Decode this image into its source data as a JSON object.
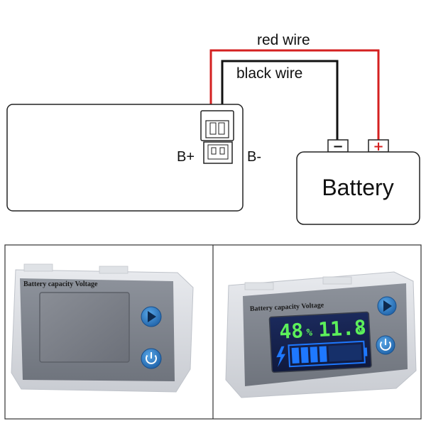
{
  "diagram": {
    "wires": {
      "red_label": "red wire",
      "black_label": "black wire",
      "red_color": "#d42020",
      "black_color": "#111111"
    },
    "module": {
      "terminal_positive": "B+",
      "terminal_negative": "B-"
    },
    "battery": {
      "label": "Battery",
      "negative_symbol": "−",
      "positive_symbol": "+",
      "positive_color": "#d42020"
    }
  },
  "photos": {
    "off_device": {
      "title": "Battery capacity Voltage",
      "play_icon": "play-icon",
      "power_icon": "power-icon"
    },
    "on_device": {
      "title": "Battery capacity Voltage",
      "percent_value": "48",
      "percent_unit": "%",
      "voltage_value": "11.8",
      "voltage_unit": "v",
      "bolt_icon": "lightning-icon",
      "play_icon": "play-icon",
      "power_icon": "power-icon",
      "lcd_digit_color": "#5cf05a",
      "lcd_bar_color": "#1e78ff"
    }
  }
}
